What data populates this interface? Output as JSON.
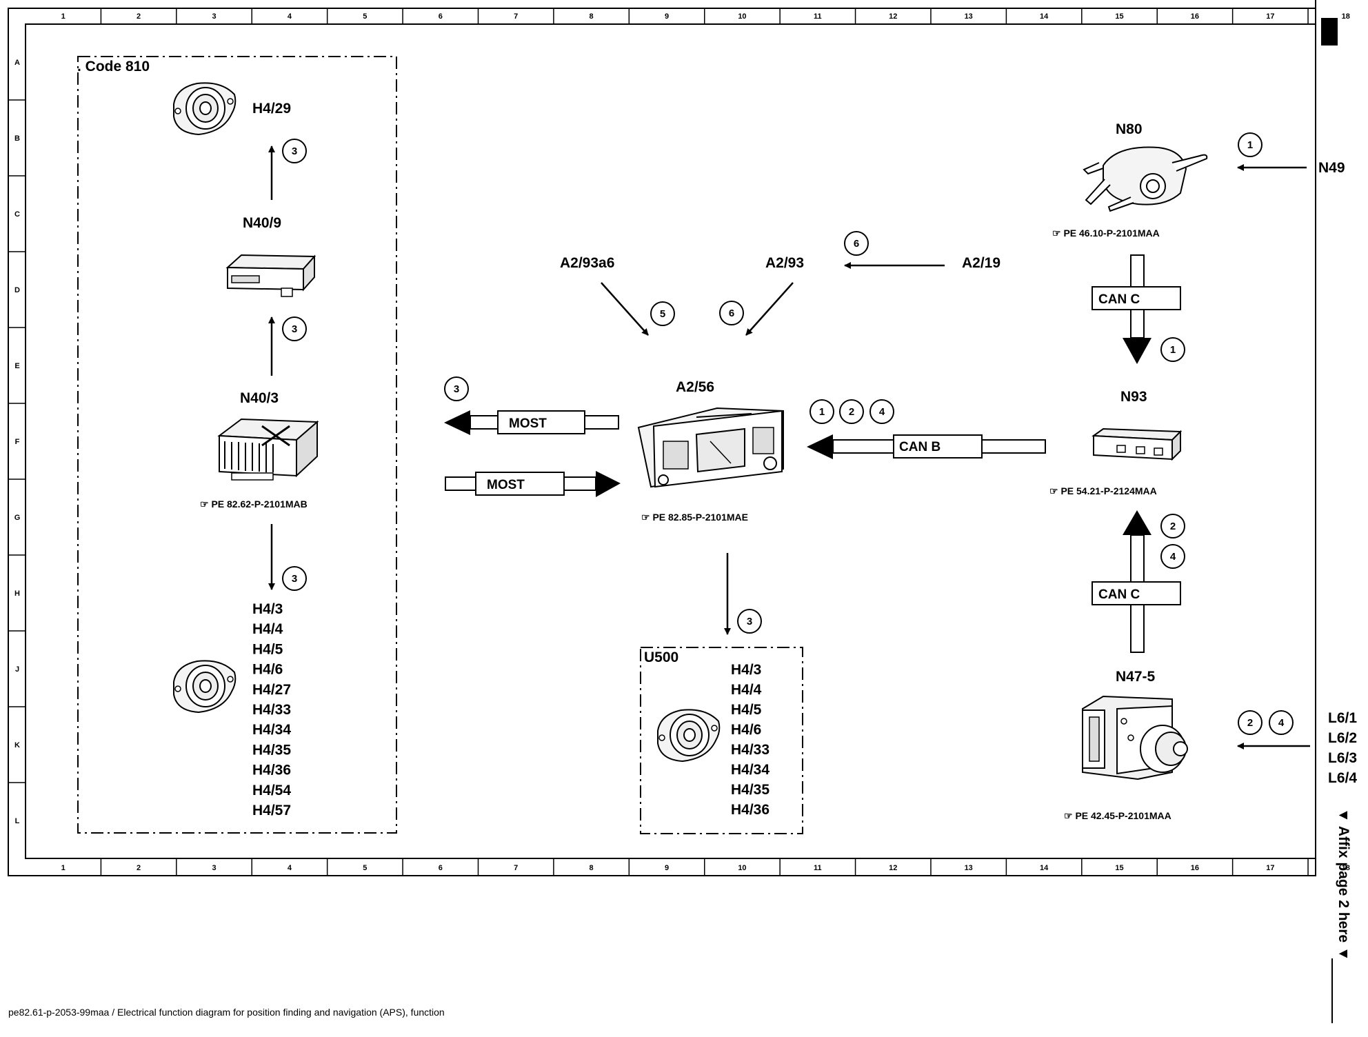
{
  "grid": {
    "columns": [
      "1",
      "2",
      "3",
      "4",
      "5",
      "6",
      "7",
      "8",
      "9",
      "10",
      "11",
      "12",
      "13",
      "14",
      "15",
      "16",
      "17",
      "18"
    ],
    "rows": [
      "A",
      "B",
      "C",
      "D",
      "E",
      "F",
      "G",
      "H",
      "J",
      "K",
      "L"
    ]
  },
  "code_group": {
    "label": ". Code 810"
  },
  "components": {
    "h4_29": "H4/29",
    "n40_9": "N40/9",
    "n40_3": "N40/3",
    "n40_3_ref": "PE 82.62-P-2101MAB",
    "a2_93a6": "A2/93a6",
    "a2_93": "A2/93",
    "a2_19": "A2/19",
    "a2_56": "A2/56",
    "a2_56_ref": "PE 82.85-P-2101MAE",
    "u500": "U500",
    "n80": "N80",
    "n80_ref": "PE 46.10-P-2101MAA",
    "n49": "N49",
    "n93": "N93",
    "n93_ref": "PE 54.21-P-2124MAA",
    "n47_5": "N47-5",
    "n47_5_ref": "PE 42.45-P-2101MAA"
  },
  "left_speakers": [
    "H4/3",
    "H4/4",
    "H4/5",
    "H4/6",
    "H4/27",
    "H4/33",
    "H4/34",
    "H4/35",
    "H4/36",
    "H4/54",
    "H4/57"
  ],
  "u500_speakers": [
    "H4/3",
    "H4/4",
    "H4/5",
    "H4/6",
    "H4/33",
    "H4/34",
    "H4/35",
    "H4/36"
  ],
  "sensors": [
    "L6/1",
    "L6/2",
    "L6/3",
    "L6/4"
  ],
  "buses": {
    "most_out": "MOST",
    "most_in": "MOST",
    "can_b": "CAN B",
    "can_c_top": "CAN C",
    "can_c_bottom": "CAN C"
  },
  "signals": {
    "s_h429": "3",
    "s_n409": "3",
    "s_n403": "3",
    "s_most": "3",
    "s_a256": "3",
    "s_a293a6": "5",
    "s_a293_left": "6",
    "s_a293_top": "6",
    "s_canb_1": "1",
    "s_canb_2": "2",
    "s_canb_4": "4",
    "s_n49": "1",
    "s_canc_top": "1",
    "s_canc_bot_2": "2",
    "s_canc_bot_4": "4",
    "s_l6_2": "2",
    "s_l6_4": "4"
  },
  "side_note": "▼ Affix page 2 here ▼",
  "footer": "pe82.61-p-2053-99maa / Electrical function diagram for position finding and navigation (APS), function"
}
